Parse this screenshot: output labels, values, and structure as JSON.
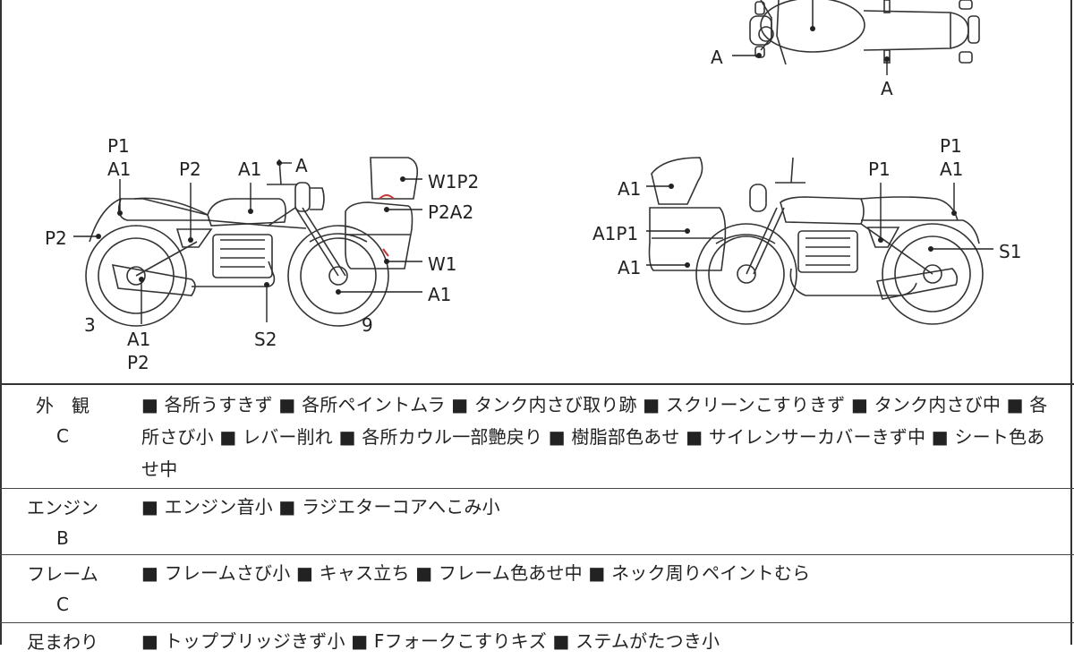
{
  "diagram": {
    "top_view": {
      "labels": [
        "A",
        "A"
      ]
    },
    "left_side": {
      "labels": [
        "P1",
        "A1",
        "P2",
        "A1",
        "A",
        "P2",
        "W1P2",
        "P2A2",
        "W1",
        "A1",
        "A1",
        "P2",
        "S2",
        "3",
        "9"
      ]
    },
    "right_side": {
      "labels": [
        "A1",
        "A1P1",
        "A1",
        "P1",
        "P1",
        "A1",
        "S1"
      ]
    }
  },
  "conditions": [
    {
      "category": "外　観",
      "grade": "C",
      "details": "■ 各所うすきず ■ 各所ペイントムラ ■ タンク内さび取り跡 ■ スクリーンこすりきず ■ タンク内さび中 ■ 各所さび小 ■ レバー削れ ■ 各所カウル一部艶戻り ■ 樹脂部色あせ ■ サイレンサーカバーきず中 ■ シート色あせ中"
    },
    {
      "category": "エンジン",
      "grade": "B",
      "details": "■ エンジン音小 ■ ラジエターコアへこみ小"
    },
    {
      "category": "フレーム",
      "grade": "C",
      "details": "■ フレームさび小 ■ キャス立ち ■ フレーム色あせ中 ■ ネック周りペイントむら"
    },
    {
      "category": "足まわり",
      "grade": "",
      "details": "■ トップブリッジきず小 ■ Fフォークこすりキズ ■ ステムがたつき小"
    }
  ]
}
